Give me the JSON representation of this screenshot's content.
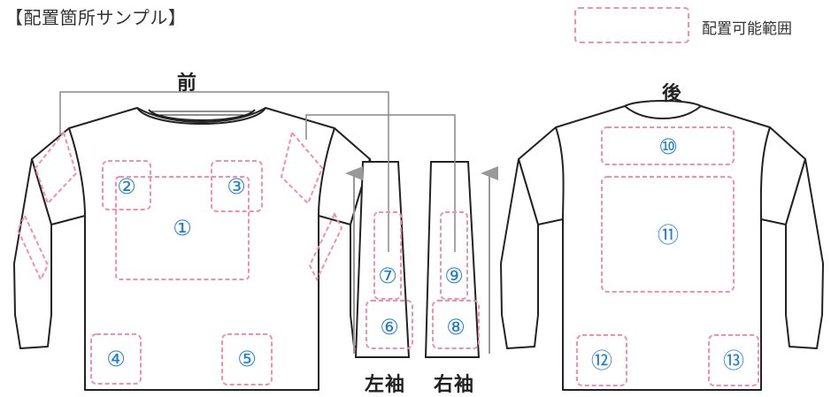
{
  "title": "【配置箇所サンプル】",
  "legend": {
    "label": "配置可能範囲",
    "color": "#f08fb0"
  },
  "views": {
    "front": "前",
    "back": "後"
  },
  "sleeves": {
    "left": "左袖",
    "right": "右袖"
  },
  "zones": [
    {
      "id": "1",
      "label": "①"
    },
    {
      "id": "2",
      "label": "②"
    },
    {
      "id": "3",
      "label": "③"
    },
    {
      "id": "4",
      "label": "④"
    },
    {
      "id": "5",
      "label": "⑤"
    },
    {
      "id": "6",
      "label": "⑥"
    },
    {
      "id": "7",
      "label": "⑦"
    },
    {
      "id": "8",
      "label": "⑧"
    },
    {
      "id": "9",
      "label": "⑨"
    },
    {
      "id": "10",
      "label": "⑩"
    },
    {
      "id": "11",
      "label": "⑪"
    },
    {
      "id": "12",
      "label": "⑫"
    },
    {
      "id": "13",
      "label": "⑬"
    }
  ],
  "colors": {
    "outline": "#222222",
    "zone_border": "#f08fb0",
    "zone_number": "#1e7fd0",
    "leader_line": "#888888"
  }
}
